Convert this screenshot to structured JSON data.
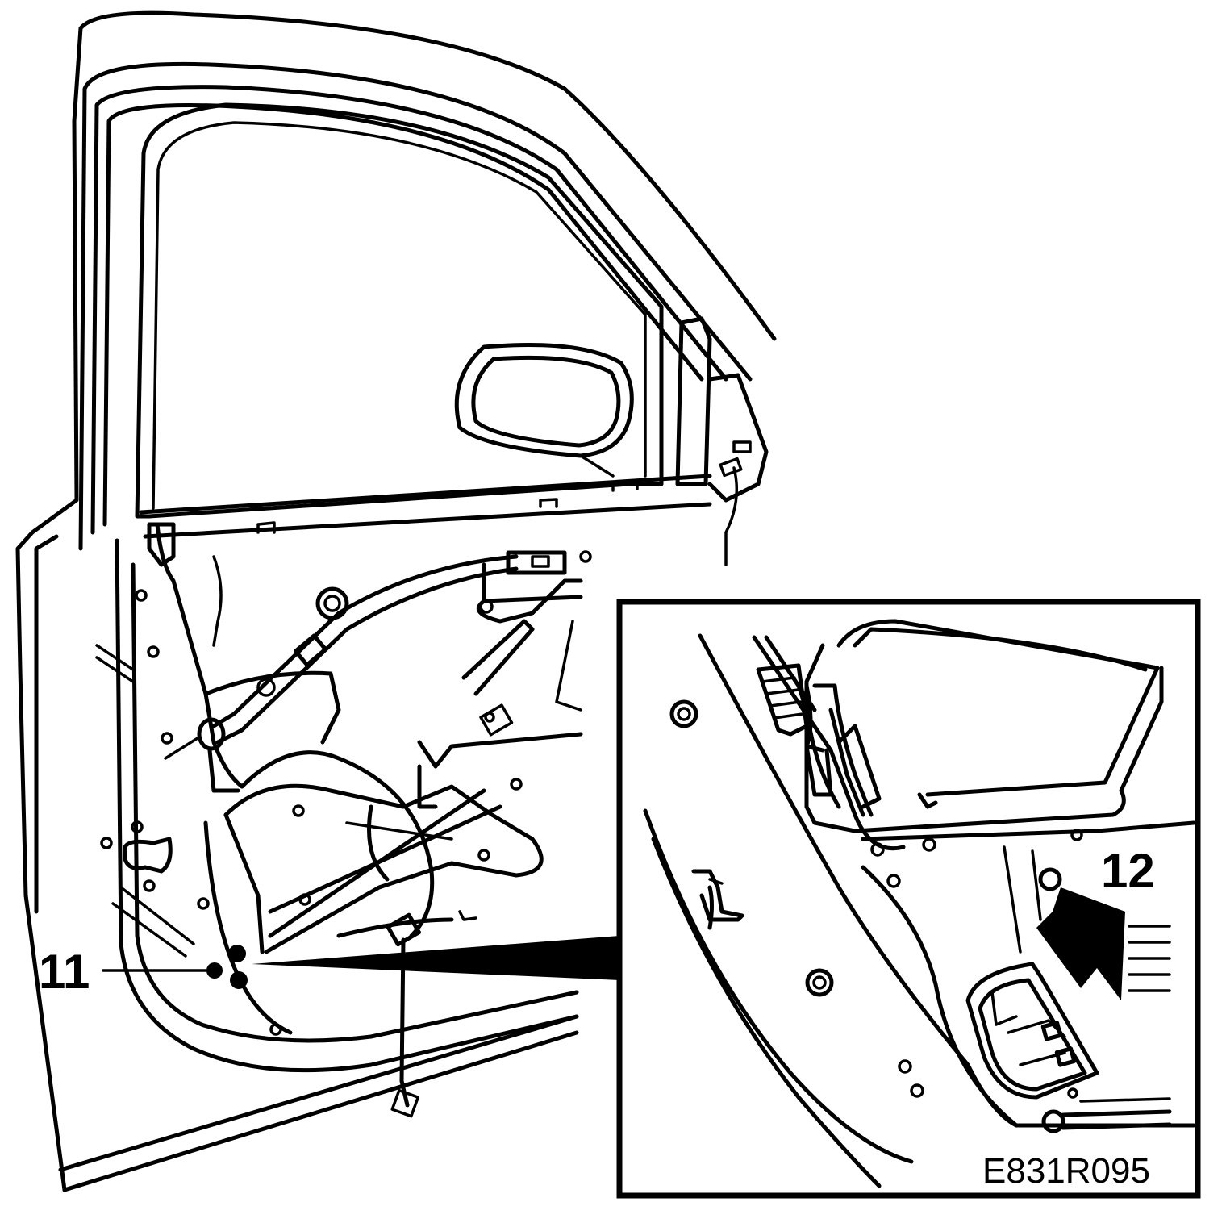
{
  "callouts": {
    "left": "11",
    "right": "12"
  },
  "figure_code": "E831R095",
  "colors": {
    "line": "#000000",
    "background": "#ffffff"
  }
}
